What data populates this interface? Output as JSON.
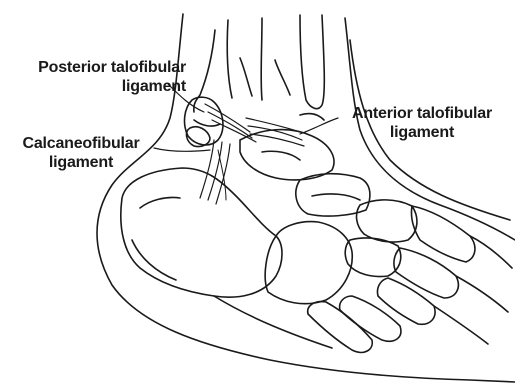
{
  "labels": {
    "posterior_talofibular": {
      "line1": "Posterior talofibular",
      "line2": "ligament"
    },
    "calcaneofibular": {
      "line1": "Calcaneofibular",
      "line2": "ligament"
    },
    "anterior_talofibular": {
      "line1": "Anterior talofibular",
      "line2": "ligament"
    }
  },
  "colors": {
    "ink": "#1a1a1a",
    "background": "#ffffff"
  }
}
